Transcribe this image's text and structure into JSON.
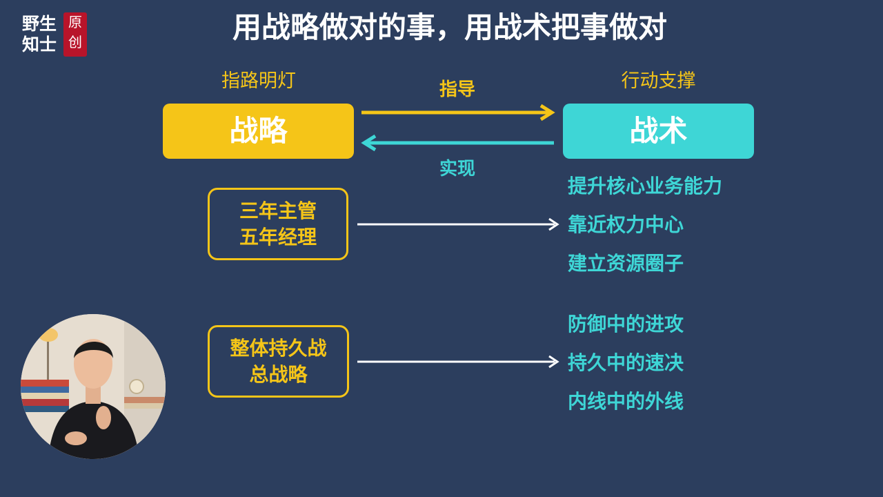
{
  "logo": {
    "line1": "野生",
    "line2": "知士",
    "seal1": "原",
    "seal2": "创"
  },
  "title": "用战略做对的事，用战术把事做对",
  "strategy": {
    "caption": "指路明灯",
    "label": "战略"
  },
  "tactics": {
    "caption": "行动支撑",
    "label": "战术"
  },
  "arrows": {
    "forward": "指导",
    "back": "实现"
  },
  "groups": [
    {
      "lines": [
        "三年主管",
        "五年经理"
      ],
      "items": [
        "提升核心业务能力",
        "靠近权力中心",
        "建立资源圈子"
      ]
    },
    {
      "lines": [
        "整体持久战",
        "总战略"
      ],
      "items": [
        "防御中的进攻",
        "持久中的速决",
        "内线中的外线"
      ]
    }
  ],
  "colors": {
    "background": "#2c3e5e",
    "yellow": "#f5c518",
    "cyan": "#3ed6d6",
    "seal": "#b8142a"
  }
}
